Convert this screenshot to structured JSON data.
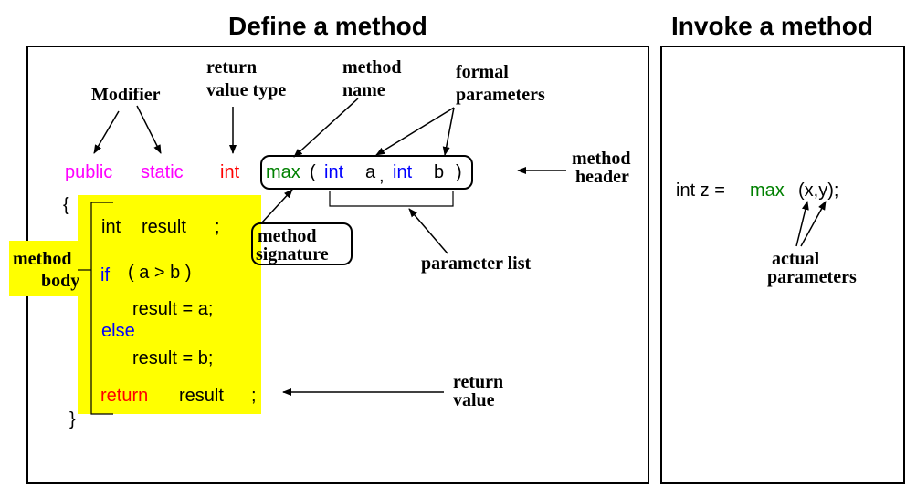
{
  "titles": {
    "define": "Define a method",
    "invoke": "Invoke a method"
  },
  "colors": {
    "modifier": "#ff00ff",
    "return_type": "#ff0000",
    "method_name": "#008000",
    "type_keyword": "#0000ff",
    "control_keyword": "#0000ff",
    "return_keyword": "#ff0000",
    "highlight": "#ffff00"
  },
  "annotations": {
    "modifier": "Modifier",
    "return_value_type": [
      "return",
      "value type"
    ],
    "method_name": [
      "method",
      "name"
    ],
    "formal_parameters": [
      "formal",
      "parameters"
    ],
    "method_header": [
      "method",
      "header"
    ],
    "method_signature": [
      "method",
      "signature"
    ],
    "parameter_list": "parameter list",
    "method_body": [
      "method",
      "body"
    ],
    "return_value": [
      "return",
      "value"
    ],
    "actual_parameters": [
      "actual",
      "parameters"
    ]
  },
  "code": {
    "public": "public",
    "static": "static",
    "return_type": "int",
    "name": "max",
    "open_paren": "(",
    "param1_type": "int",
    "param1_name": "a",
    "comma": ",",
    "param2_type": "int",
    "param2_name": "b",
    "close_paren": ")",
    "open_brace": "{",
    "decl_type": "int",
    "decl_name": "result",
    "decl_semi": ";",
    "if_kw": "if",
    "condition": "(  a > b )",
    "assign_a": "result = a;",
    "else_kw": "else",
    "assign_b": "result = b;",
    "return_kw": "return",
    "return_var": "result",
    "return_semi": ";",
    "close_brace": "}"
  },
  "invoke": {
    "prefix": "int z =",
    "name": "max",
    "args": "(x,y);"
  }
}
